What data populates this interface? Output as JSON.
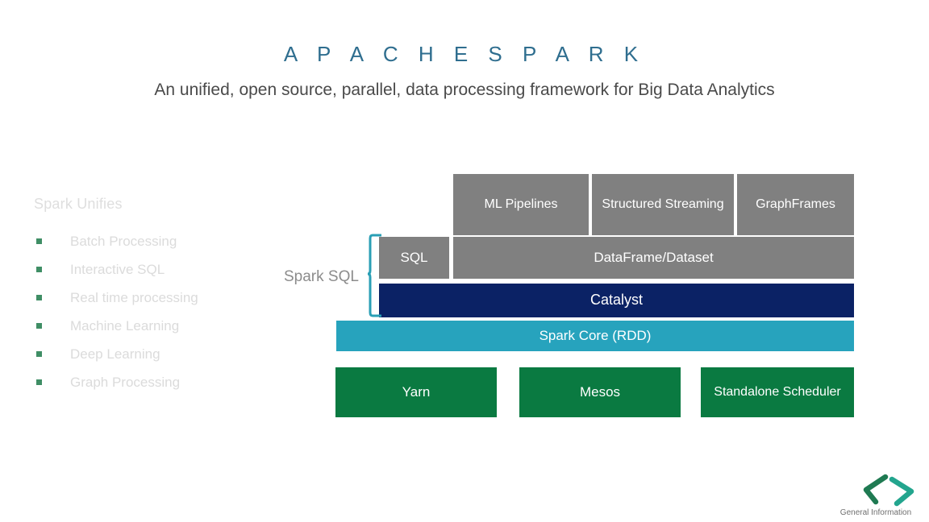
{
  "slide": {
    "title": "A P A C H E   S P A R K",
    "subtitle": "An unified, open source, parallel, data processing framework for Big Data Analytics"
  },
  "bullets_panel": {
    "heading": "Spark Unifies",
    "items": [
      {
        "label": "Batch Processing"
      },
      {
        "label": "Interactive SQL"
      },
      {
        "label": "Real time processing"
      },
      {
        "label": "Machine Learning"
      },
      {
        "label": "Deep Learning"
      },
      {
        "label": "Graph Processing"
      }
    ]
  },
  "diagram": {
    "brace_label": "Spark SQL",
    "top_row": [
      {
        "label": "ML Pipelines",
        "color": "#808080"
      },
      {
        "label": "Structured Streaming",
        "color": "#808080"
      },
      {
        "label": "GraphFrames",
        "color": "#808080"
      }
    ],
    "sql_row": [
      {
        "label": "SQL",
        "color": "#808080"
      },
      {
        "label": "DataFrame/Dataset",
        "color": "#808080"
      }
    ],
    "catalyst": {
      "label": "Catalyst",
      "color": "#0b2265"
    },
    "spark_core": {
      "label": "Spark Core (RDD)",
      "color": "#27a3bd"
    },
    "cluster_managers": [
      {
        "label": "Yarn",
        "color": "#0a7a41"
      },
      {
        "label": "Mesos",
        "color": "#0a7a41"
      },
      {
        "label": "Standalone Scheduler",
        "color": "#0a7a41"
      }
    ]
  },
  "footer": {
    "caption": "General Information",
    "logo_left_color": "#1f7a52",
    "logo_right_color": "#23a58e"
  },
  "colors": {
    "title": "#2f6e8f",
    "subtitle": "#4a4a4a",
    "gray_block": "#808080",
    "navy_block": "#0b2265",
    "teal_block": "#27a3bd",
    "green_block": "#0a7a41",
    "brace": "#2a9fb5",
    "bullet_marker": "#1d7a4a"
  }
}
